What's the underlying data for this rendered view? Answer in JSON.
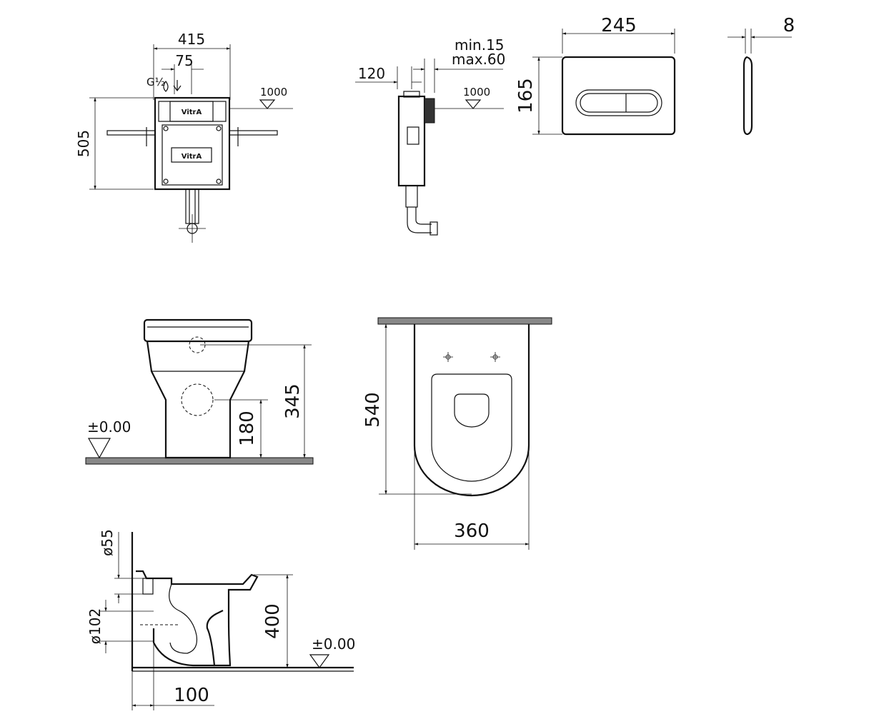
{
  "cistern_front": {
    "width": "415",
    "offset": "75",
    "height": "505",
    "level": "1000",
    "brand_top": "VitrA",
    "brand_panel": "VitrA"
  },
  "cistern_side": {
    "depth": "120",
    "min_label": "min.15",
    "max_label": "max.60",
    "level": "1000"
  },
  "flush_plate": {
    "width": "245",
    "height": "165",
    "thickness": "8"
  },
  "toilet_front": {
    "height": "345",
    "outlet_height": "180",
    "floor_level": "±0.00"
  },
  "toilet_top": {
    "length": "540",
    "width": "360"
  },
  "toilet_side": {
    "inlet_diameter": "ø55",
    "outlet_diameter": "ø102",
    "height": "400",
    "floor_level": "±0.00",
    "wall_offset": "100"
  }
}
